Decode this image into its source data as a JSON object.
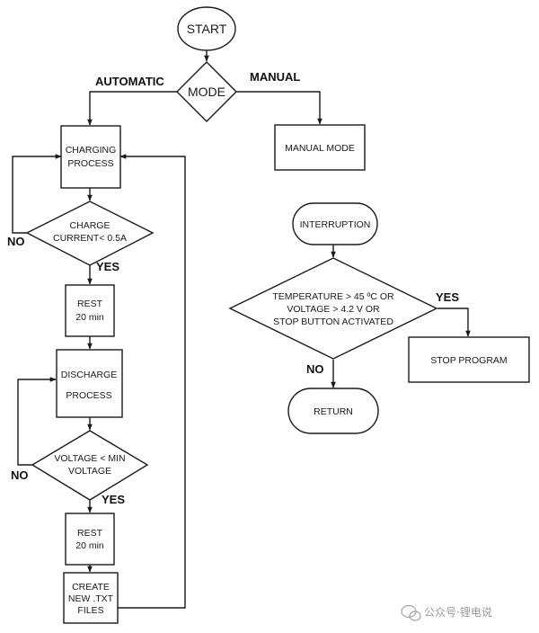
{
  "nodes": {
    "start": "START",
    "mode": "MODE",
    "manual_mode": "MANUAL MODE",
    "charging_process": [
      "CHARGING",
      "PROCESS"
    ],
    "charge_decision": [
      "CHARGE",
      "CURRENT< 0.5A"
    ],
    "rest_1": [
      "REST",
      "20 min"
    ],
    "discharge_process": [
      "DISCHARGE",
      "PROCESS"
    ],
    "voltage_decision": [
      "VOLTAGE < MIN",
      "VOLTAGE"
    ],
    "rest_2": [
      "REST",
      "20 min"
    ],
    "create_files": [
      "CREATE",
      "NEW .TXT",
      "FILES"
    ],
    "interruption": "INTERRUPTION",
    "interrupt_decision": [
      "TEMPERATURE > 45 ºC OR",
      "VOLTAGE > 4.2 V OR",
      "STOP BUTTON ACTIVATED"
    ],
    "stop_program": "STOP PROGRAM",
    "return": "RETURN"
  },
  "edge_labels": {
    "automatic": "AUTOMATIC",
    "manual": "MANUAL",
    "charge_no": "NO",
    "charge_yes": "YES",
    "voltage_no": "NO",
    "voltage_yes": "YES",
    "interrupt_yes": "YES",
    "interrupt_no": "NO"
  },
  "watermark": {
    "text": "公众号·锂电说",
    "icon": "wechat-icon"
  }
}
